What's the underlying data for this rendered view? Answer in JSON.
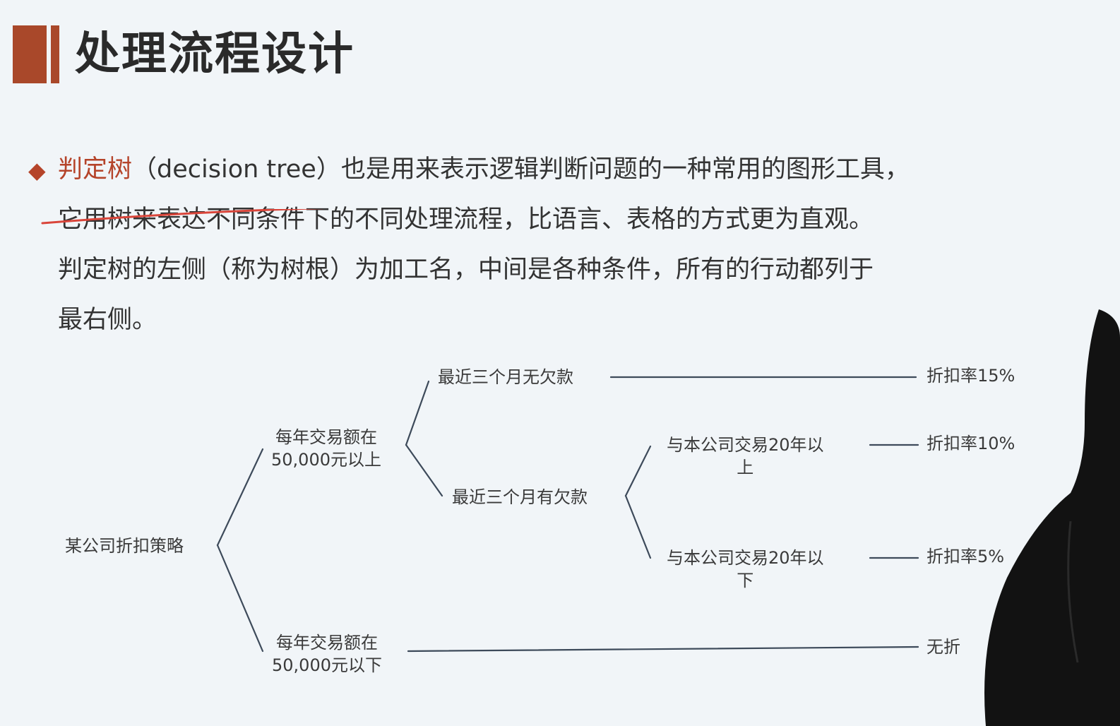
{
  "title": "处理流程设计",
  "paragraph": {
    "bullet_glyph": "◆",
    "highlight": "判定树",
    "line1_rest": "（decision tree）也是用来表示逻辑判断问题的一种常用的图形工具，",
    "line2": "它用树来表达不同条件下的不同处理流程，比语言、表格的方式更为直观。",
    "line3": "判定树的左侧（称为树根）为加工名，中间是各种条件，所有的行动都列于",
    "line4": "最右侧。"
  },
  "tree": {
    "root": "某公司折扣策略",
    "cond_high": "每年交易额在\n50,000元以上",
    "cond_low": "每年交易额在\n50,000元以下",
    "no_debt": "最近三个月无欠款",
    "has_debt": "最近三个月有欠款",
    "over20": "与本公司交易20年以\n上",
    "under20": "与本公司交易20年以\n下",
    "action_15": "折扣率15%",
    "action_10": "折扣率10%",
    "action_5": "折扣率5%",
    "action_none": "无折"
  },
  "colors": {
    "accent": "#a9482a",
    "background": "#f1f5f8",
    "annotation": "#d9453a"
  }
}
